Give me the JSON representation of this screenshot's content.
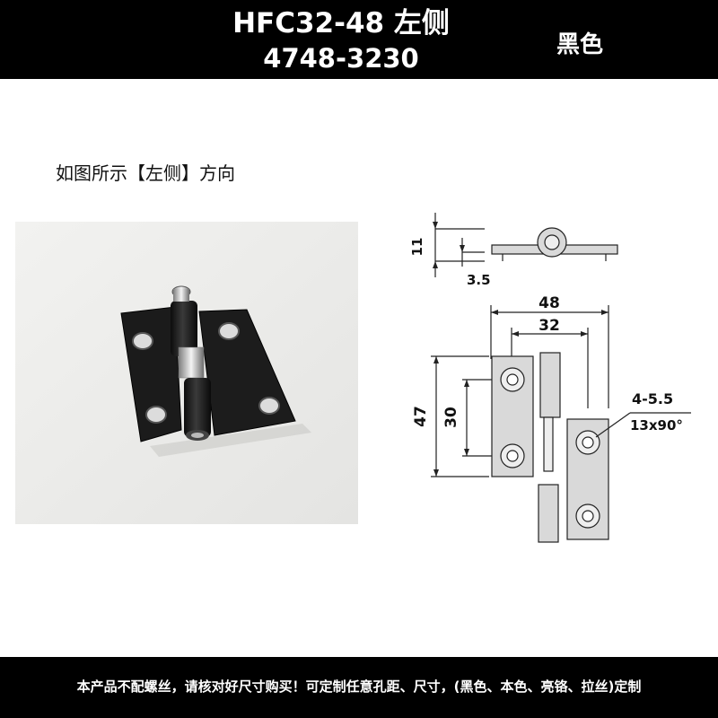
{
  "header": {
    "title_line1": "HFC32-48  左侧",
    "title_line2": "4748-3230",
    "color_label": "黑色"
  },
  "caption": "如图所示【左侧】方向",
  "drawing": {
    "dim_height": "11",
    "dim_thickness": "3.5",
    "dim_total_width": "48",
    "dim_hole_span_x": "32",
    "dim_total_height": "47",
    "dim_hole_span_y": "30",
    "dim_holes": "4-5.5",
    "dim_countersink": "13x90°"
  },
  "footer": {
    "text": "本产品不配螺丝，请核对好尺寸购买！可定制任意孔距、尺寸，(黑色、本色、亮铬、拉丝)定制"
  },
  "colors": {
    "banner": "#000000",
    "banner_text": "#ffffff",
    "hinge": "#1b1b1b",
    "photo_bg": "#eeeeec",
    "drawing_part": "#d9d9d9"
  }
}
